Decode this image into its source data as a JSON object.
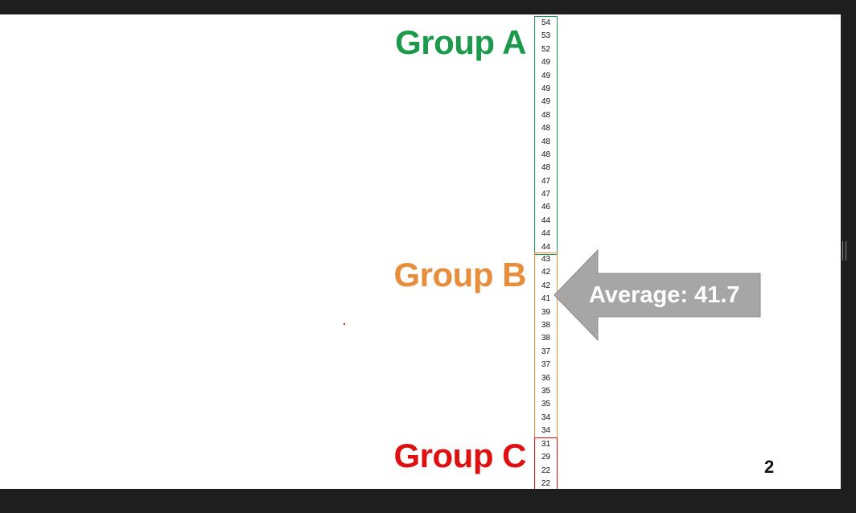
{
  "groups": {
    "a": {
      "label": "Group A",
      "color": "#1a9a4a",
      "values": [
        "54",
        "53",
        "52",
        "49",
        "49",
        "49",
        "49",
        "48",
        "48",
        "48",
        "48",
        "48",
        "47",
        "47",
        "46",
        "44",
        "44",
        "44"
      ]
    },
    "b": {
      "label": "Group B",
      "color": "#e88d3a",
      "values": [
        "43",
        "42",
        "42",
        "41",
        "39",
        "38",
        "38",
        "37",
        "37",
        "36",
        "35",
        "35",
        "34",
        "34"
      ]
    },
    "c": {
      "label": "Group C",
      "color": "#e01010",
      "values": [
        "31",
        "29",
        "22",
        "22"
      ]
    }
  },
  "average": {
    "text": "Average: 41.7",
    "arrow_color": "#a6a6a6"
  },
  "page_number": "2"
}
